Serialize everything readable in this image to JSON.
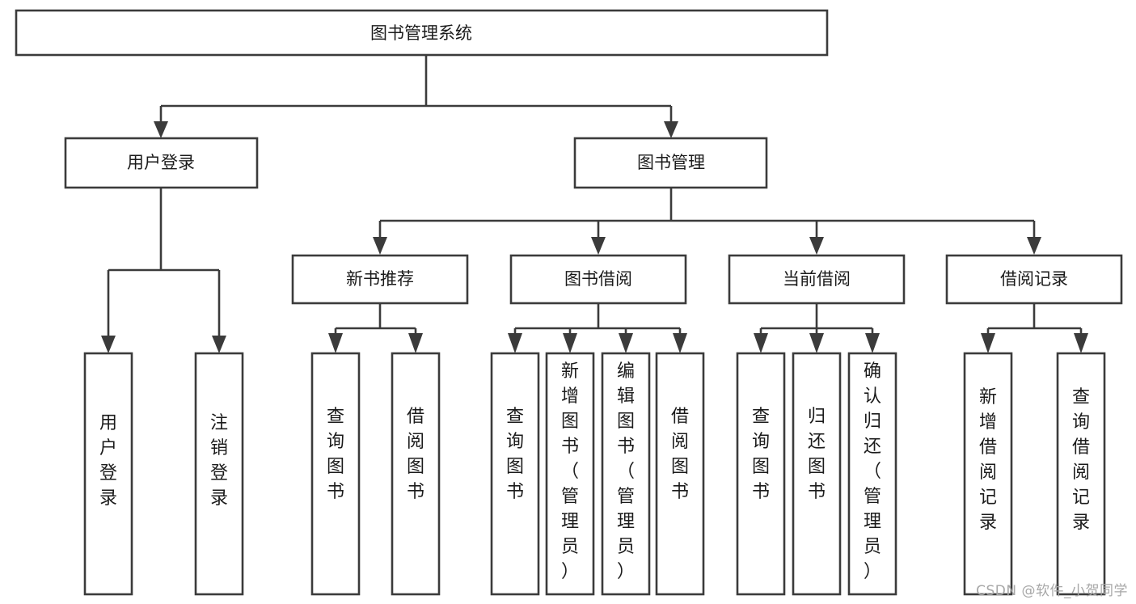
{
  "diagram": {
    "type": "hierarchy-tree",
    "title": "图书管理系统",
    "watermark": "CSDN @软件_小贺同学",
    "colors": {
      "stroke": "#3b3b3b",
      "fill": "#ffffff",
      "text": "#1b1b1b",
      "watermark": "#a7a7a7"
    },
    "root": {
      "label": "图书管理系统"
    },
    "level2": [
      {
        "label": "用户登录"
      },
      {
        "label": "图书管理"
      }
    ],
    "level3": [
      {
        "label": "新书推荐"
      },
      {
        "label": "图书借阅"
      },
      {
        "label": "当前借阅"
      },
      {
        "label": "借阅记录"
      }
    ],
    "leaves": {
      "user_login": [
        {
          "label": "用户登录"
        },
        {
          "label": "注销登录"
        }
      ],
      "new_book_recommend": [
        {
          "label": "查询图书"
        },
        {
          "label": "借阅图书"
        }
      ],
      "book_borrow": [
        {
          "label": "查询图书"
        },
        {
          "label": "新增图书（管理员）"
        },
        {
          "label": "编辑图书（管理员）"
        },
        {
          "label": "借阅图书"
        }
      ],
      "current_borrow": [
        {
          "label": "查询图书"
        },
        {
          "label": "归还图书"
        },
        {
          "label": "确认归还（管理员）"
        }
      ],
      "borrow_records": [
        {
          "label": "新增借阅记录"
        },
        {
          "label": "查询借阅记录"
        }
      ]
    }
  }
}
